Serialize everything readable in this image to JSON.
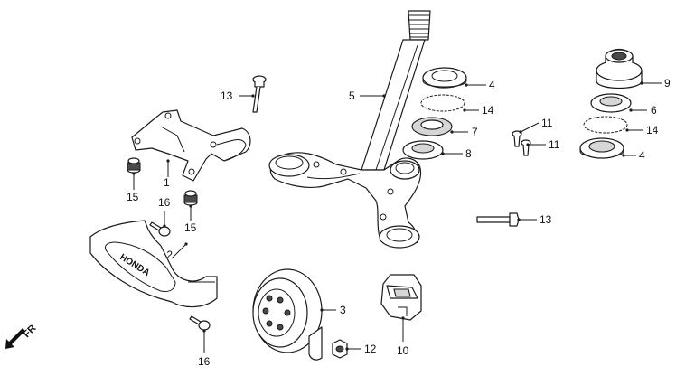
{
  "direction": {
    "label": "FR",
    "icon": "arrow-down-left-icon"
  },
  "brand_text": "HONDA",
  "callouts": [
    {
      "id": "c1",
      "label": "1"
    },
    {
      "id": "c2",
      "label": "2"
    },
    {
      "id": "c3",
      "label": "3"
    },
    {
      "id": "c4a",
      "label": "4"
    },
    {
      "id": "c4b",
      "label": "4"
    },
    {
      "id": "c5",
      "label": "5"
    },
    {
      "id": "c6",
      "label": "6"
    },
    {
      "id": "c7",
      "label": "7"
    },
    {
      "id": "c8",
      "label": "8"
    },
    {
      "id": "c9",
      "label": "9"
    },
    {
      "id": "c10",
      "label": "10"
    },
    {
      "id": "c11a",
      "label": "11"
    },
    {
      "id": "c11b",
      "label": "11"
    },
    {
      "id": "c12",
      "label": "12"
    },
    {
      "id": "c13a",
      "label": "13"
    },
    {
      "id": "c13b",
      "label": "13"
    },
    {
      "id": "c14a",
      "label": "14"
    },
    {
      "id": "c14b",
      "label": "14"
    },
    {
      "id": "c15a",
      "label": "15"
    },
    {
      "id": "c15b",
      "label": "15"
    },
    {
      "id": "c16a",
      "label": "16"
    },
    {
      "id": "c16b",
      "label": "16"
    }
  ]
}
